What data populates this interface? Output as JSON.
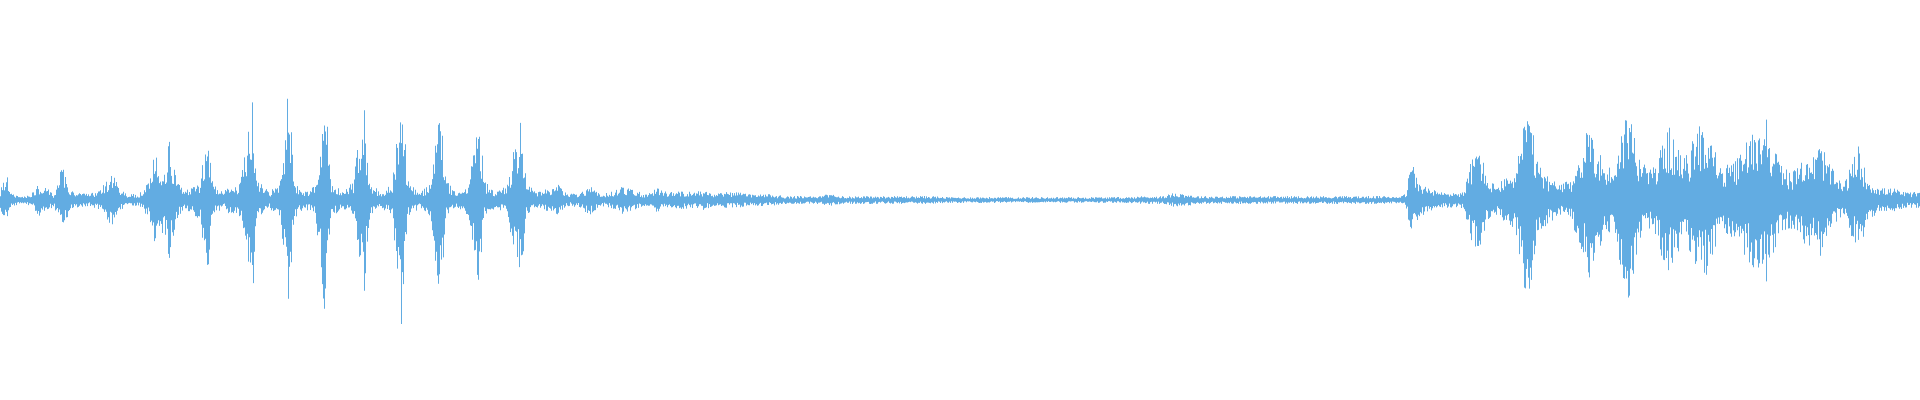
{
  "waveform": {
    "color": "#62ACE2",
    "background": "#ffffff",
    "description_free": true,
    "envelope": [
      [
        0.0,
        0.05
      ],
      [
        0.003,
        0.14
      ],
      [
        0.006,
        0.03
      ],
      [
        0.012,
        0.02
      ],
      [
        0.016,
        0.03
      ],
      [
        0.02,
        0.08
      ],
      [
        0.024,
        0.06
      ],
      [
        0.028,
        0.03
      ],
      [
        0.032,
        0.18
      ],
      [
        0.036,
        0.06
      ],
      [
        0.04,
        0.04
      ],
      [
        0.046,
        0.03
      ],
      [
        0.052,
        0.05
      ],
      [
        0.058,
        0.14
      ],
      [
        0.062,
        0.06
      ],
      [
        0.066,
        0.03
      ],
      [
        0.072,
        0.03
      ],
      [
        0.078,
        0.1
      ],
      [
        0.08,
        0.28
      ],
      [
        0.083,
        0.12
      ],
      [
        0.088,
        0.3
      ],
      [
        0.092,
        0.1
      ],
      [
        0.096,
        0.04
      ],
      [
        0.1,
        0.08
      ],
      [
        0.104,
        0.1
      ],
      [
        0.108,
        0.4
      ],
      [
        0.111,
        0.08
      ],
      [
        0.116,
        0.04
      ],
      [
        0.12,
        0.08
      ],
      [
        0.124,
        0.06
      ],
      [
        0.128,
        0.28
      ],
      [
        0.131,
        0.56
      ],
      [
        0.134,
        0.1
      ],
      [
        0.14,
        0.04
      ],
      [
        0.146,
        0.1
      ],
      [
        0.15,
        0.64
      ],
      [
        0.153,
        0.1
      ],
      [
        0.158,
        0.04
      ],
      [
        0.164,
        0.08
      ],
      [
        0.169,
        0.58
      ],
      [
        0.172,
        0.1
      ],
      [
        0.178,
        0.04
      ],
      [
        0.184,
        0.1
      ],
      [
        0.189,
        0.54
      ],
      [
        0.192,
        0.1
      ],
      [
        0.198,
        0.04
      ],
      [
        0.204,
        0.08
      ],
      [
        0.209,
        0.64
      ],
      [
        0.212,
        0.1
      ],
      [
        0.218,
        0.04
      ],
      [
        0.224,
        0.08
      ],
      [
        0.229,
        0.56
      ],
      [
        0.232,
        0.1
      ],
      [
        0.238,
        0.04
      ],
      [
        0.244,
        0.08
      ],
      [
        0.249,
        0.5
      ],
      [
        0.252,
        0.1
      ],
      [
        0.258,
        0.04
      ],
      [
        0.264,
        0.08
      ],
      [
        0.271,
        0.44
      ],
      [
        0.274,
        0.08
      ],
      [
        0.28,
        0.04
      ],
      [
        0.286,
        0.06
      ],
      [
        0.291,
        0.08
      ],
      [
        0.296,
        0.03
      ],
      [
        0.302,
        0.04
      ],
      [
        0.307,
        0.08
      ],
      [
        0.312,
        0.03
      ],
      [
        0.318,
        0.04
      ],
      [
        0.324,
        0.07
      ],
      [
        0.33,
        0.05
      ],
      [
        0.336,
        0.03
      ],
      [
        0.342,
        0.06
      ],
      [
        0.348,
        0.04
      ],
      [
        0.354,
        0.05
      ],
      [
        0.36,
        0.04
      ],
      [
        0.366,
        0.05
      ],
      [
        0.372,
        0.03
      ],
      [
        0.378,
        0.04
      ],
      [
        0.384,
        0.04
      ],
      [
        0.39,
        0.03
      ],
      [
        0.396,
        0.03
      ],
      [
        0.402,
        0.03
      ],
      [
        0.408,
        0.02
      ],
      [
        0.414,
        0.02
      ],
      [
        0.42,
        0.02
      ],
      [
        0.426,
        0.02
      ],
      [
        0.432,
        0.03
      ],
      [
        0.438,
        0.02
      ],
      [
        0.444,
        0.02
      ],
      [
        0.45,
        0.02
      ],
      [
        0.456,
        0.02
      ],
      [
        0.462,
        0.02
      ],
      [
        0.468,
        0.02
      ],
      [
        0.474,
        0.02
      ],
      [
        0.48,
        0.02
      ],
      [
        0.486,
        0.02
      ],
      [
        0.492,
        0.015
      ],
      [
        0.498,
        0.015
      ],
      [
        0.504,
        0.015
      ],
      [
        0.51,
        0.015
      ],
      [
        0.516,
        0.015
      ],
      [
        0.522,
        0.015
      ],
      [
        0.528,
        0.015
      ],
      [
        0.534,
        0.015
      ],
      [
        0.54,
        0.015
      ],
      [
        0.546,
        0.015
      ],
      [
        0.552,
        0.015
      ],
      [
        0.558,
        0.015
      ],
      [
        0.564,
        0.015
      ],
      [
        0.57,
        0.015
      ],
      [
        0.576,
        0.015
      ],
      [
        0.582,
        0.015
      ],
      [
        0.588,
        0.015
      ],
      [
        0.594,
        0.02
      ],
      [
        0.6,
        0.02
      ],
      [
        0.606,
        0.02
      ],
      [
        0.612,
        0.04
      ],
      [
        0.618,
        0.03
      ],
      [
        0.624,
        0.02
      ],
      [
        0.63,
        0.02
      ],
      [
        0.636,
        0.02
      ],
      [
        0.642,
        0.02
      ],
      [
        0.648,
        0.02
      ],
      [
        0.654,
        0.02
      ],
      [
        0.66,
        0.02
      ],
      [
        0.666,
        0.02
      ],
      [
        0.672,
        0.02
      ],
      [
        0.678,
        0.02
      ],
      [
        0.684,
        0.02
      ],
      [
        0.69,
        0.02
      ],
      [
        0.696,
        0.02
      ],
      [
        0.702,
        0.02
      ],
      [
        0.708,
        0.02
      ],
      [
        0.714,
        0.02
      ],
      [
        0.72,
        0.02
      ],
      [
        0.726,
        0.02
      ],
      [
        0.732,
        0.03
      ],
      [
        0.735,
        0.22
      ],
      [
        0.738,
        0.1
      ],
      [
        0.744,
        0.06
      ],
      [
        0.75,
        0.04
      ],
      [
        0.756,
        0.04
      ],
      [
        0.762,
        0.04
      ],
      [
        0.766,
        0.2
      ],
      [
        0.77,
        0.3
      ],
      [
        0.774,
        0.12
      ],
      [
        0.778,
        0.08
      ],
      [
        0.782,
        0.1
      ],
      [
        0.786,
        0.12
      ],
      [
        0.79,
        0.2
      ],
      [
        0.794,
        0.46
      ],
      [
        0.797,
        0.44
      ],
      [
        0.8,
        0.2
      ],
      [
        0.806,
        0.12
      ],
      [
        0.812,
        0.08
      ],
      [
        0.818,
        0.1
      ],
      [
        0.824,
        0.28
      ],
      [
        0.828,
        0.4
      ],
      [
        0.832,
        0.28
      ],
      [
        0.836,
        0.16
      ],
      [
        0.84,
        0.18
      ],
      [
        0.844,
        0.34
      ],
      [
        0.848,
        0.5
      ],
      [
        0.852,
        0.3
      ],
      [
        0.856,
        0.18
      ],
      [
        0.86,
        0.16
      ],
      [
        0.864,
        0.24
      ],
      [
        0.868,
        0.38
      ],
      [
        0.872,
        0.32
      ],
      [
        0.876,
        0.2
      ],
      [
        0.88,
        0.26
      ],
      [
        0.884,
        0.38
      ],
      [
        0.888,
        0.42
      ],
      [
        0.892,
        0.3
      ],
      [
        0.896,
        0.16
      ],
      [
        0.9,
        0.18
      ],
      [
        0.904,
        0.2
      ],
      [
        0.908,
        0.28
      ],
      [
        0.912,
        0.34
      ],
      [
        0.916,
        0.4
      ],
      [
        0.92,
        0.44
      ],
      [
        0.924,
        0.26
      ],
      [
        0.928,
        0.18
      ],
      [
        0.932,
        0.14
      ],
      [
        0.936,
        0.16
      ],
      [
        0.94,
        0.26
      ],
      [
        0.944,
        0.22
      ],
      [
        0.948,
        0.3
      ],
      [
        0.952,
        0.2
      ],
      [
        0.956,
        0.12
      ],
      [
        0.96,
        0.08
      ],
      [
        0.964,
        0.18
      ],
      [
        0.968,
        0.28
      ],
      [
        0.972,
        0.12
      ],
      [
        0.976,
        0.08
      ],
      [
        0.98,
        0.06
      ],
      [
        0.986,
        0.06
      ],
      [
        0.992,
        0.04
      ],
      [
        1.0,
        0.04
      ]
    ]
  }
}
